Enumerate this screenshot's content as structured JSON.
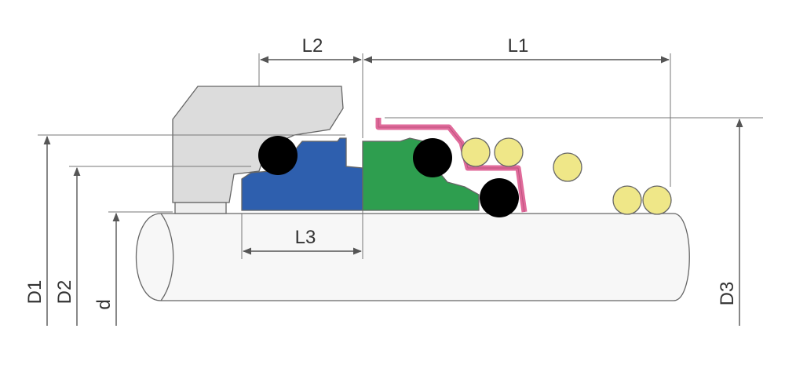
{
  "labels": {
    "L1": "L1",
    "L2": "L2",
    "L3": "L3",
    "D1": "D1",
    "D2": "D2",
    "D3": "D3",
    "d": "d"
  },
  "colors": {
    "seat_gray": "#dcdcdc",
    "stationary_ring_blue": "#2e5fae",
    "rotating_ring_green": "#2e9e4f",
    "spring_holder_pink": "#e06a9a",
    "o_ring_black": "#000000",
    "spring_yellow": "#efe788",
    "shaft_white": "#f7f7f7",
    "dimension_line": "#555555"
  }
}
